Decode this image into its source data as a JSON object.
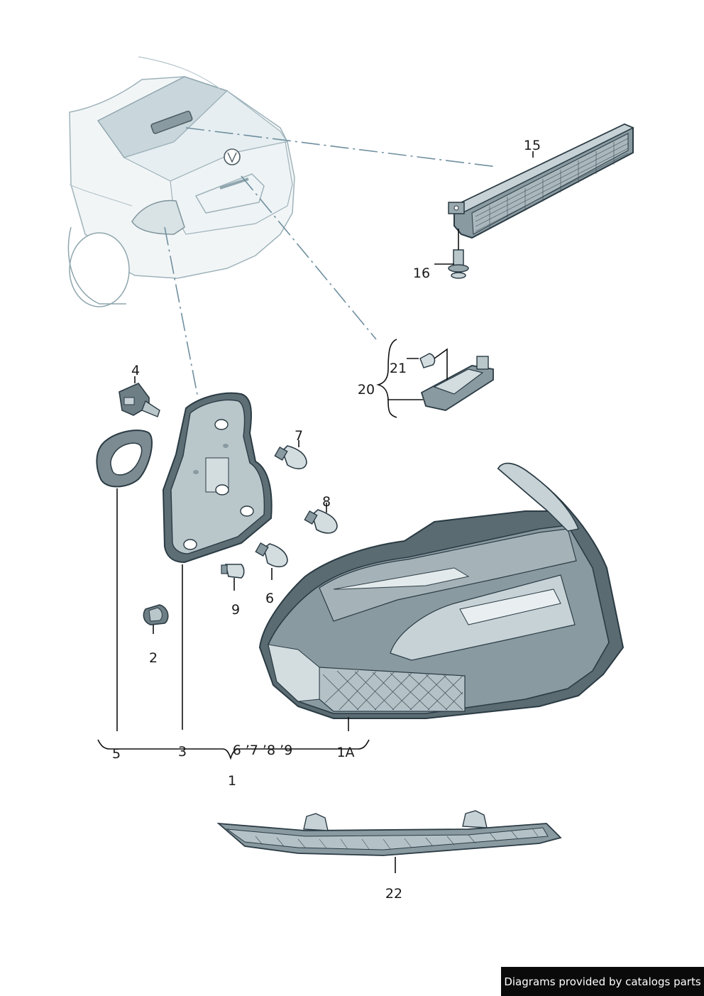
{
  "labels": {
    "l15": "15",
    "l16": "16",
    "l4": "4",
    "l21": "21",
    "l20": "20",
    "l7": "7",
    "l8": "8",
    "l6": "6",
    "l9": "9",
    "l2": "2",
    "l5": "5",
    "l3": "3",
    "l6789": "6 ’7 ’8 ’9",
    "l1A": "1A",
    "l1": "1",
    "l22": "22"
  },
  "colors": {
    "car_body": "#f3f5f5",
    "part_dark": "#5b6b72",
    "part_mid": "#8a9aa1",
    "part_light": "#c6d2d6",
    "leader": "#6f8f9f"
  },
  "watermark": "Diagrams provided by catalogs parts"
}
